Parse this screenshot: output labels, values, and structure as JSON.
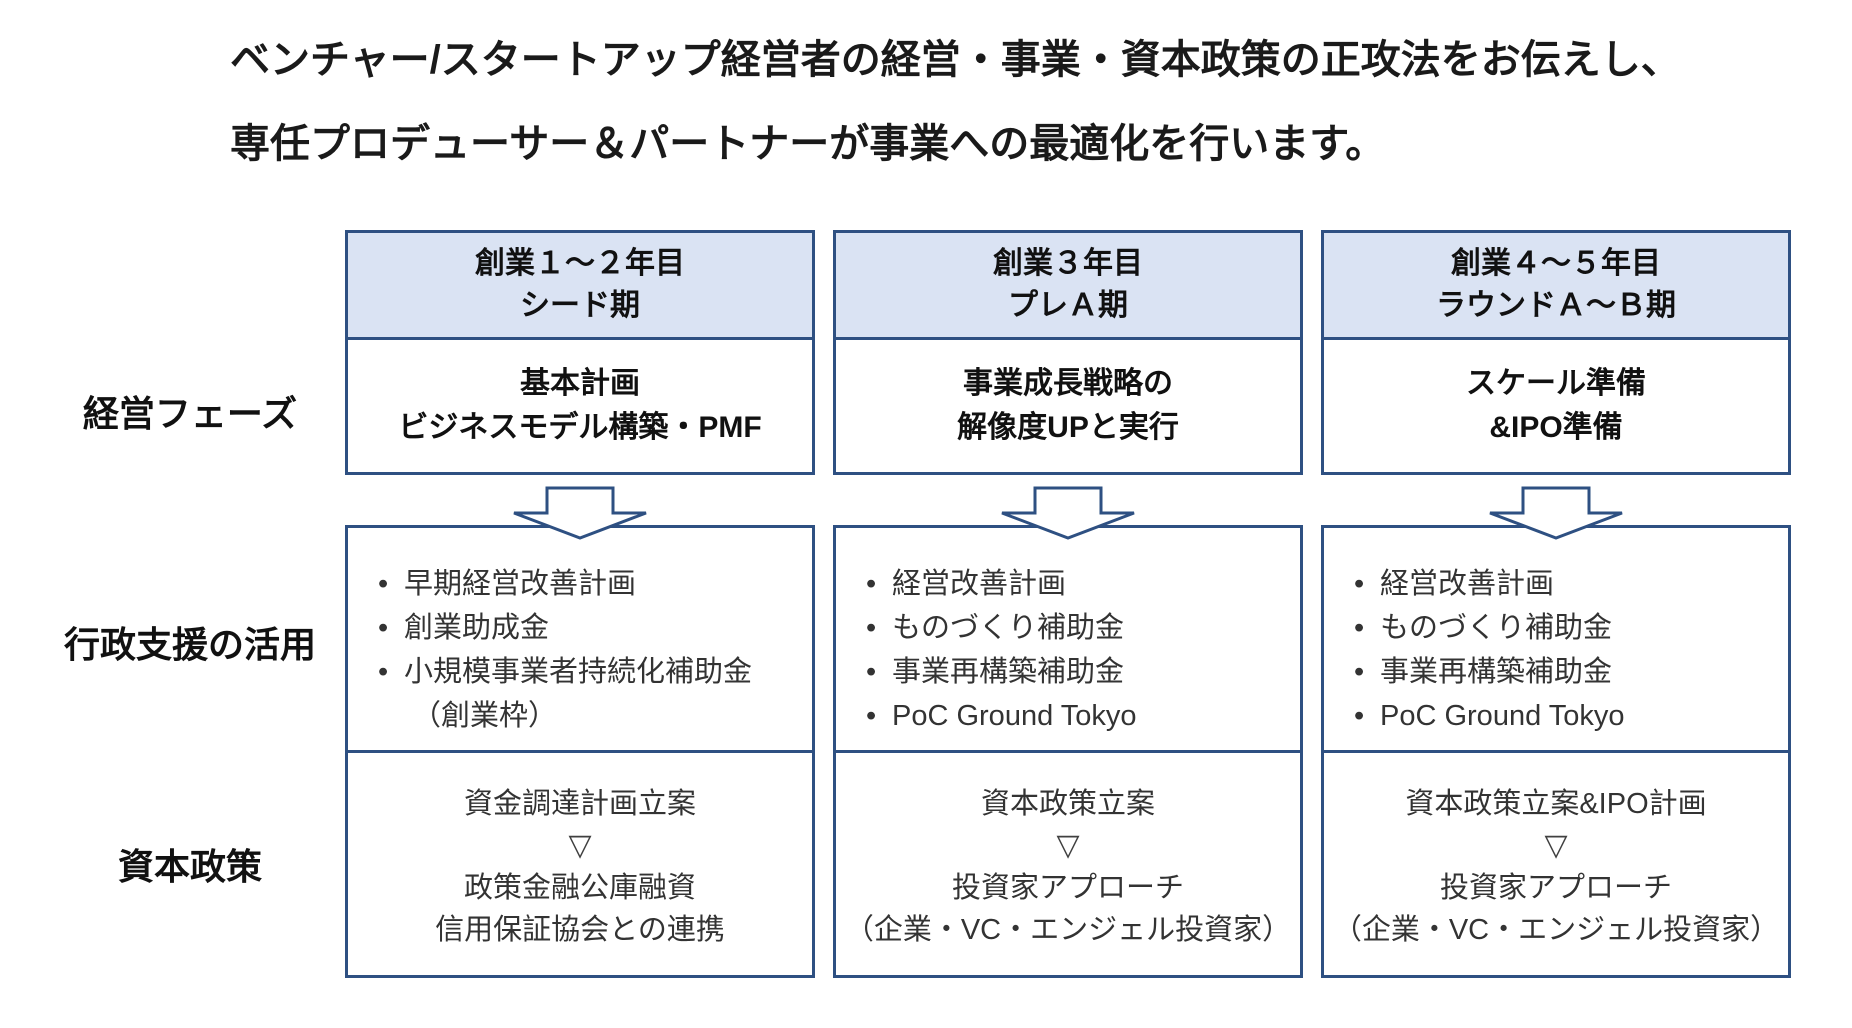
{
  "title": {
    "line1": "ベンチャー/スタートアップ経営者の経営・事業・資本政策の正攻法をお伝えし、",
    "line2": "専任プロデューサー＆パートナーが事業への最適化を行います。"
  },
  "row_labels": {
    "phase": "経営フェーズ",
    "support": "行政支援の活用",
    "capital": "資本政策"
  },
  "glyphs": {
    "bullet": "•",
    "triangle": "▽"
  },
  "colors": {
    "border_blue": "#2e5082",
    "header_fill": "#dae3f3",
    "title_text": "#1a1a1a",
    "body_text": "#333333"
  },
  "columns": [
    {
      "header_lines": [
        "創業１～２年目",
        "シード期"
      ],
      "phase_lines": [
        "基本計画",
        "ビジネスモデル構築・PMF"
      ],
      "support_bullets": [
        "早期経営改善計画",
        "創業助成金",
        "小規模事業者持続化補助金"
      ],
      "support_wrap_line": "（創業枠）",
      "capital_lines": [
        "資金調達計画立案",
        "▽",
        "政策金融公庫融資",
        "信用保証協会との連携"
      ]
    },
    {
      "header_lines": [
        "創業３年目",
        "プレＡ期"
      ],
      "phase_lines": [
        "事業成長戦略の",
        "解像度UPと実行"
      ],
      "support_bullets": [
        "経営改善計画",
        "ものづくり補助金",
        "事業再構築補助金",
        "PoC Ground Tokyo"
      ],
      "capital_lines": [
        "資本政策立案",
        "▽",
        "投資家アプローチ",
        "（企業・VC・エンジェル投資家）"
      ]
    },
    {
      "header_lines": [
        "創業４～５年目",
        "ラウンドＡ～Ｂ期"
      ],
      "phase_lines": [
        "スケール準備",
        "&IPO準備"
      ],
      "support_bullets": [
        "経営改善計画",
        "ものづくり補助金",
        "事業再構築補助金",
        "PoC Ground Tokyo"
      ],
      "capital_lines": [
        "資本政策立案&IPO計画",
        "▽",
        "投資家アプローチ",
        "（企業・VC・エンジェル投資家）"
      ]
    }
  ]
}
